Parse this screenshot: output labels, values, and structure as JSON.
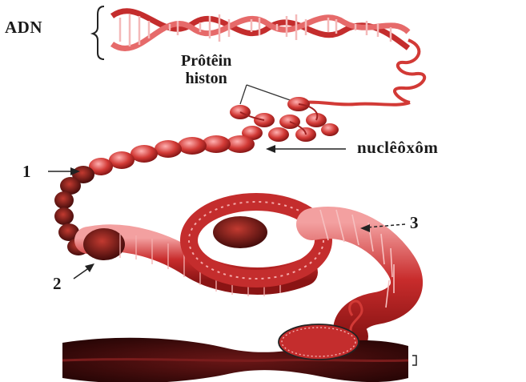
{
  "labels": {
    "adn": "ADN",
    "histon_line1": "Prôtêin",
    "histon_line2": "histon",
    "nucleosome": "nuclêôxôm",
    "level_1": "1",
    "level_2": "2",
    "level_3": "3"
  },
  "colors": {
    "dna_red": "#c42d2d",
    "dna_light": "#f08a8a",
    "nucleosome_red": "#b8201e",
    "chromosome_dark": "#3a0c0c",
    "label_text": "#1a1a1a"
  }
}
